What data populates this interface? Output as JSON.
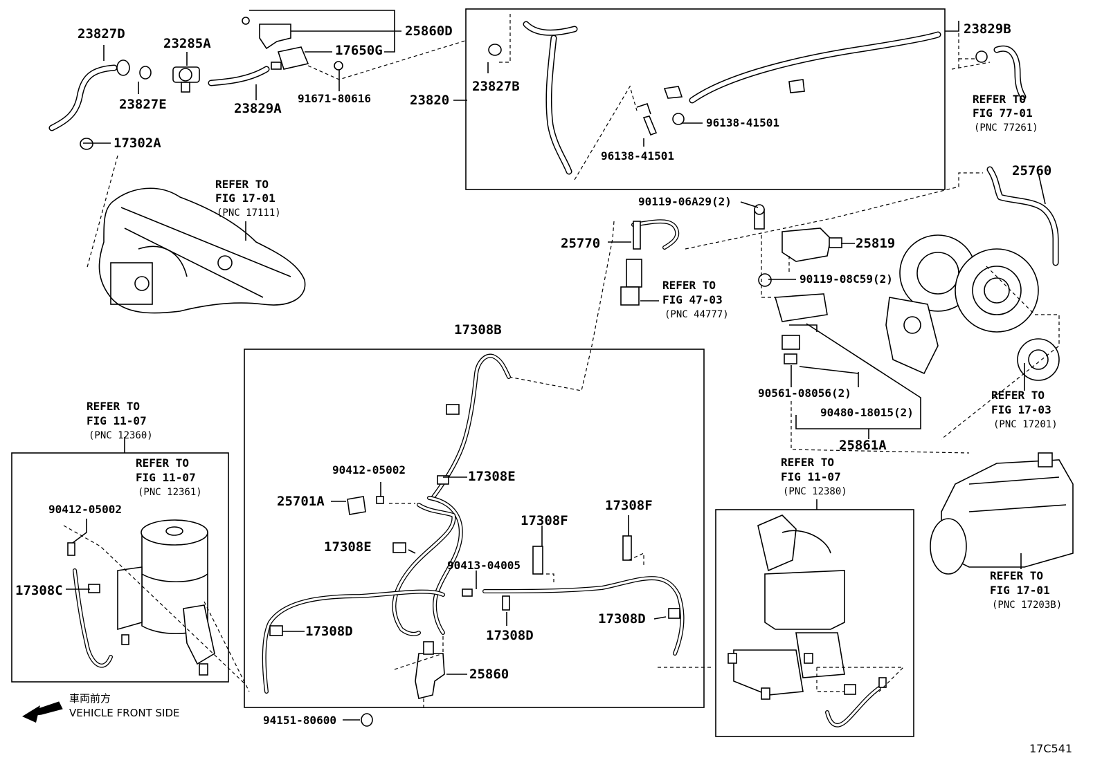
{
  "parts": {
    "p23827D": "23827D",
    "p23285A": "23285A",
    "p25860D": "25860D",
    "p17650G": "17650G",
    "p91671": "91671-80616",
    "p23827E": "23827E",
    "p23829A": "23829A",
    "p17302A": "17302A",
    "p23827B": "23827B",
    "p23820": "23820",
    "p96138a": "96138-41501",
    "p96138b": "96138-41501",
    "p23829B": "23829B",
    "p25760": "25760",
    "p90119a": "90119-06A29(2)",
    "p25770": "25770",
    "p25819": "25819",
    "p90119b": "90119-08C59(2)",
    "p90561": "90561-08056(2)",
    "p90480": "90480-18015(2)",
    "p25861A": "25861A",
    "p17308B": "17308B",
    "p90412a": "90412-05002",
    "p17308E_1": "17308E",
    "p25701A": "25701A",
    "p17308E_2": "17308E",
    "p17308F_1": "17308F",
    "p17308F_2": "17308F",
    "p90413": "90413-04005",
    "p17308D_1": "17308D",
    "p17308D_2": "17308D",
    "p17308D_3": "17308D",
    "p25860": "25860",
    "p94151": "94151-80600",
    "p90412b": "90412-05002",
    "p17308C": "17308C"
  },
  "refs": {
    "fig17_01a": {
      "l1": "REFER TO",
      "l2": "FIG 17-01",
      "l3": "(PNC 17111)"
    },
    "fig77_01": {
      "l1": "REFER TO",
      "l2": "FIG 77-01",
      "l3": "(PNC 77261)"
    },
    "fig47_03": {
      "l1": "REFER TO",
      "l2": "FIG 47-03",
      "l3": "(PNC 44777)"
    },
    "fig17_03": {
      "l1": "REFER TO",
      "l2": "FIG 17-03",
      "l3": "(PNC 17201)"
    },
    "fig17_01b": {
      "l1": "REFER TO",
      "l2": "FIG 17-01",
      "l3": "(PNC 17203B)"
    },
    "fig11_07a": {
      "l1": "REFER TO",
      "l2": "FIG 11-07",
      "l3": "(PNC 12360)"
    },
    "fig11_07b": {
      "l1": "REFER TO",
      "l2": "FIG 11-07",
      "l3": "(PNC 12361)"
    },
    "fig11_07c": {
      "l1": "REFER TO",
      "l2": "FIG 11-07",
      "l3": "(PNC 12380)"
    }
  },
  "notes": {
    "front_jp": "車両前方",
    "front_en": "VEHICLE FRONT SIDE",
    "code": "17C541"
  }
}
